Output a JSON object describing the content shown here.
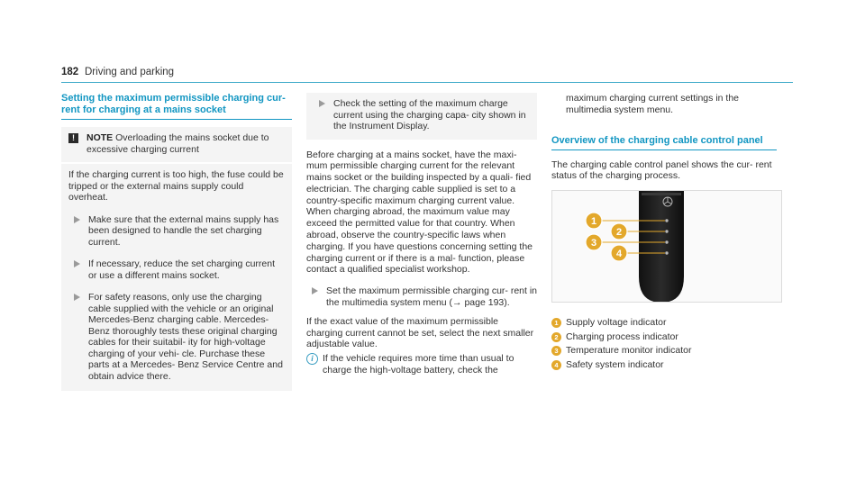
{
  "header": {
    "page_number": "182",
    "section": "Driving and parking"
  },
  "col1": {
    "heading": "Setting the maximum permissible charging cur-\nrent for charging at a mains socket",
    "note_label": "NOTE",
    "note_text": " Overloading the mains socket due to excessive charging current",
    "note_icon": "!",
    "warning_para": "If the charging current is too high, the fuse could be tripped or the external mains supply could overheat.",
    "steps": [
      "Make sure that the external mains supply has been designed to handle the set charging current.",
      "If necessary, reduce the set charging current or use a different mains socket.",
      "For safety reasons, only use the charging cable supplied with the vehicle or an original Mercedes-Benz charging cable. Mercedes-Benz thoroughly tests these original charging cables for their suitabil- ity for high-voltage charging of your vehi- cle. Purchase these parts at a Mercedes- Benz Service Centre and obtain advice there."
    ]
  },
  "col2": {
    "box_step": "Check the setting of the maximum charge current using the charging capa- city shown in the Instrument Display.",
    "para1": "Before charging at a mains socket, have the maxi- mum permissible charging current for the relevant mains socket or the building inspected by a quali- fied electrician. The charging cable supplied is set to a country-specific maximum charging current value. When charging abroad, the maximum value may exceed the permitted value for that country. When abroad, observe the country-specific laws when charging. If you have questions concerning setting the charging current or if there is a mal- function, please contact a qualified specialist workshop.",
    "step": "Set the maximum permissible charging cur- rent in the multimedia system menu (→ page 193).",
    "para2": "If the exact value of the maximum permissible charging current cannot be set, select the next smaller adjustable value.",
    "info_icon": "i",
    "info": "If the vehicle requires more time than usual to charge the high-voltage battery, check the"
  },
  "col3": {
    "continued": "maximum charging current settings in the multimedia system menu.",
    "heading": "Overview of the charging cable control panel",
    "intro": "The charging cable control panel shows the cur- rent status of the charging process.",
    "figure": {
      "callouts": [
        "1",
        "2",
        "3",
        "4"
      ]
    },
    "legend": [
      {
        "num": "1",
        "label": "Supply voltage indicator"
      },
      {
        "num": "2",
        "label": "Charging process indicator"
      },
      {
        "num": "3",
        "label": "Temperature monitor indicator"
      },
      {
        "num": "4",
        "label": "Safety system indicator"
      }
    ]
  },
  "colors": {
    "accent": "#1296c2",
    "callout": "#e3a82b",
    "box": "#f4f4f4"
  }
}
